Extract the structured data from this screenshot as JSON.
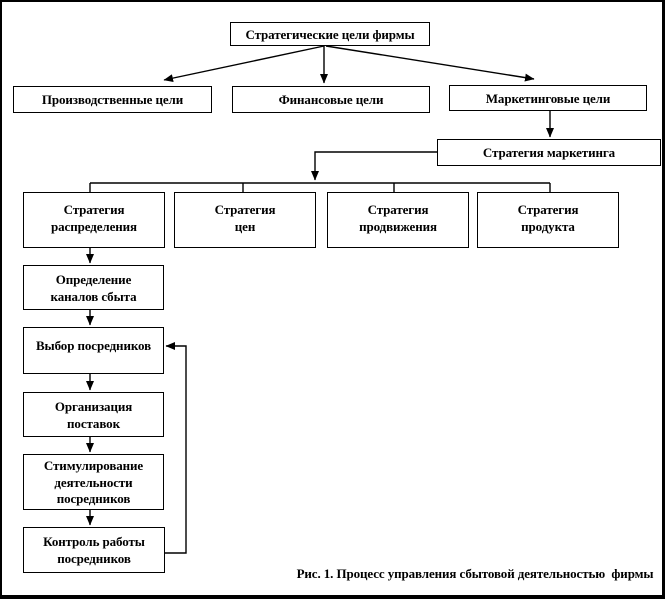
{
  "figure": {
    "caption": "Рис. 1. Процесс управления сбытовой деятельностью  фирмы"
  },
  "colors": {
    "ink": "#000000",
    "background": "#ffffff"
  },
  "nodes": {
    "strategic_goals": {
      "lines": [
        "Стратегические цели фирмы"
      ]
    },
    "production_goals": {
      "lines": [
        "Производственные цели"
      ]
    },
    "financial_goals": {
      "lines": [
        "Финансовые цели"
      ]
    },
    "marketing_goals": {
      "lines": [
        "Маркетинговые цели"
      ]
    },
    "marketing_strategy": {
      "lines": [
        "Стратегия маркетинга"
      ]
    },
    "distribution_strategy": {
      "lines": [
        "Стратегия",
        "распределения"
      ]
    },
    "price_strategy": {
      "lines": [
        "Стратегия",
        "цен"
      ]
    },
    "promotion_strategy": {
      "lines": [
        "Стратегия",
        "продвижения"
      ]
    },
    "product_strategy": {
      "lines": [
        "Стратегия",
        "продукта"
      ]
    },
    "define_channels": {
      "lines": [
        "Определение",
        "каналов сбыта"
      ]
    },
    "choose_intermediaries": {
      "lines": [
        "Выбор посредников"
      ]
    },
    "organize_supplies": {
      "lines": [
        "Организация",
        "поставок"
      ]
    },
    "stimulate_intermediaries": {
      "lines": [
        "Стимулирование",
        "деятельности",
        "посредников"
      ]
    },
    "control_intermediaries": {
      "lines": [
        "Контроль работы",
        "посредников"
      ]
    }
  }
}
